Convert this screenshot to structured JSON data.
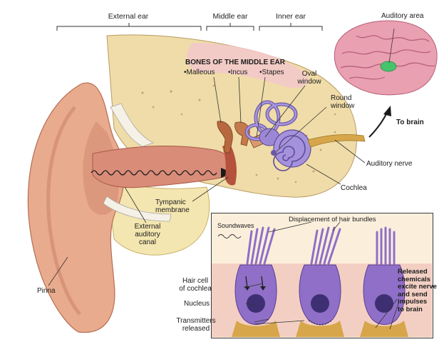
{
  "colors": {
    "skin": "#e9ab8d",
    "skin_dark": "#c9816a",
    "bone": "#efdca8",
    "pink_tissue": "#f3c9c9",
    "inner_ear": "#8e7bc9",
    "hair_cell": "#8f6fc7",
    "nucleus": "#3e2f73",
    "nerve": "#d7a64a",
    "brain": "#e9a0b1",
    "auditory_area": "#47c46b"
  },
  "sections": {
    "external_ear": "External ear",
    "middle_ear": "Middle ear",
    "inner_ear": "Inner ear"
  },
  "bones": {
    "title": "BONES OF THE MIDDLE EAR",
    "malleus": "•Malleous",
    "incus": "•Incus",
    "stapes": "•Stapes"
  },
  "labels": {
    "auditory_area": "Auditory area",
    "oval_window": [
      "Oval",
      "window"
    ],
    "round_window": [
      "Round",
      "window"
    ],
    "to_brain": "To brain",
    "auditory_nerve": "Auditory nerve",
    "cochlea": "Cochlea",
    "tympanic_membrane": [
      "Tympanic",
      "membrane"
    ],
    "external_auditory_canal": [
      "External",
      "auditory",
      "canal"
    ],
    "pinna": "Pinna"
  },
  "inset": {
    "soundwaves": "Soundwaves",
    "displacement": "Displacement of hair bundles",
    "hair_cell": [
      "Hair cell",
      "of cochlea"
    ],
    "nucleus": "Nucleus",
    "transmitters": [
      "Transmitters",
      "released"
    ],
    "released_chemicals": [
      "Released",
      "chemicals",
      "excite nerve",
      "and send",
      "impulses",
      "to brain"
    ]
  }
}
